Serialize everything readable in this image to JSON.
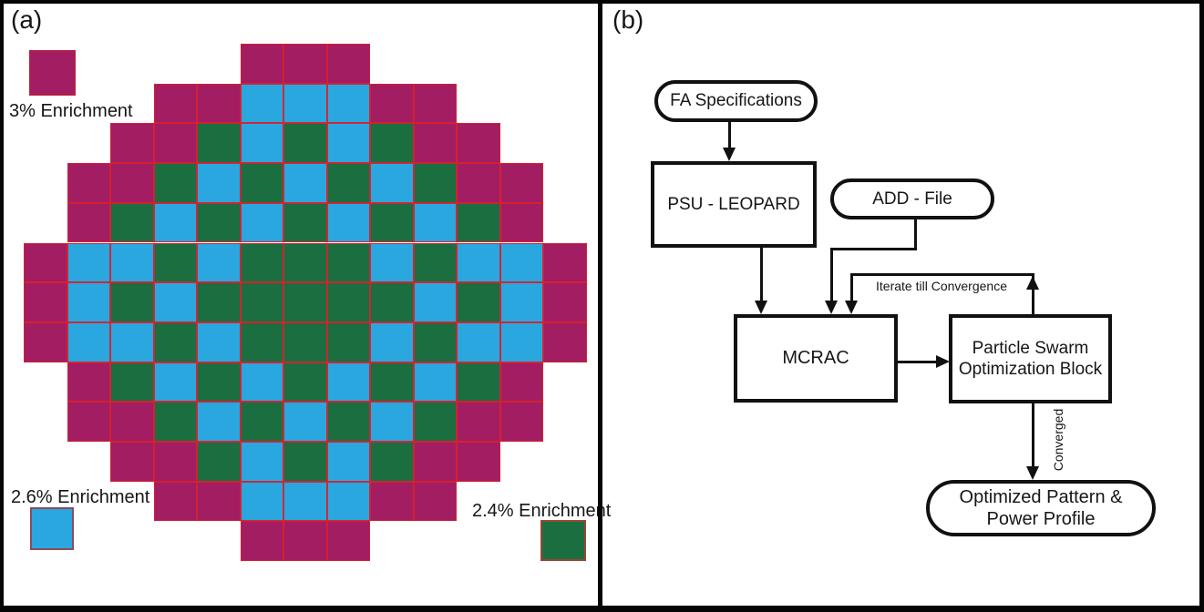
{
  "figure": {
    "panel_a_label": "(a)",
    "panel_b_label": "(b)"
  },
  "core_map": {
    "colors": {
      "M": "#A31D62",
      "B": "#2AA7DF",
      "G": "#1A6E40"
    },
    "grid_line_color": "#D7212E",
    "legend": [
      {
        "key": "M",
        "label": "3% Enrichment",
        "color": "#A31D62"
      },
      {
        "key": "B",
        "label": "2.6% Enrichment",
        "color": "#2AA7DF"
      },
      {
        "key": "G",
        "label": "2.4% Enrichment",
        "color": "#1A6E40"
      }
    ],
    "rows": [
      ".....MMM.....",
      "...MMBBBMM...",
      "..MMGBGBGMM..",
      ".MMGBGBGBGMM.",
      ".MGBGBGBGBGM.",
      "MBBGBGGGBGBBM",
      "MBGBGGGGGBGBM",
      "MBBGBGGGBGBBM",
      ".MGBGBGBGBGM.",
      ".MMGBGBGBGMM.",
      "..MMGBGBGMM..",
      "...MMBBBMM...",
      ".....MMM....."
    ]
  },
  "flowchart": {
    "nodes": {
      "fa_spec": {
        "label": "FA Specifications"
      },
      "psu_leopard": {
        "label": "PSU - LEOPARD"
      },
      "add_file": {
        "label": "ADD - File"
      },
      "mcrac": {
        "label": "MCRAC"
      },
      "pso": {
        "line1": "Particle Swarm",
        "line2": "Optimization Block"
      },
      "optimized": {
        "line1": "Optimized Pattern &",
        "line2": "Power Profile"
      }
    },
    "edge_labels": {
      "iterate": "Iterate till Convergence",
      "converged": "Converged"
    }
  }
}
